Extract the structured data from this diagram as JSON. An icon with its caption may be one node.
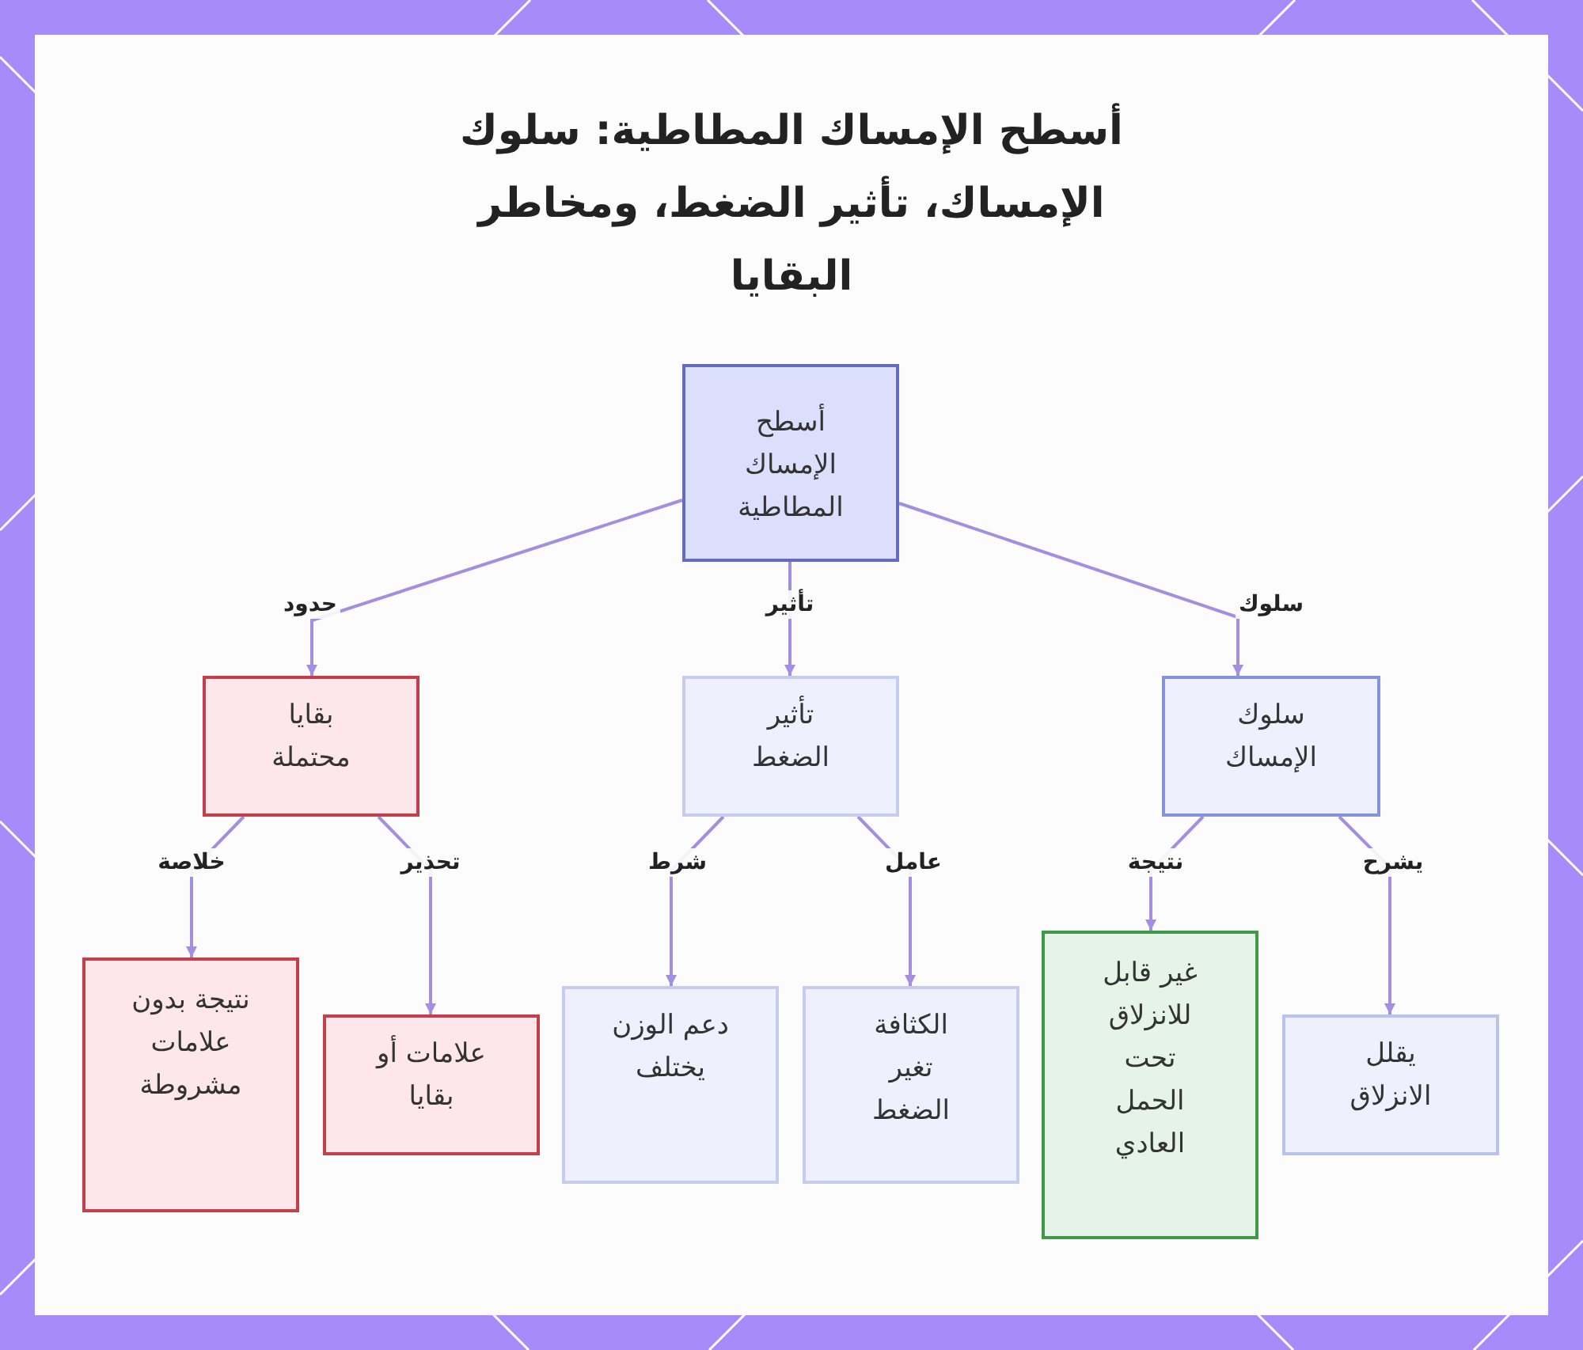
{
  "diagram": {
    "title": "أسطح الإمساك المطاطية: سلوك الإمساك، تأثير الضغط، ومخاطر البقايا",
    "nodes": [
      {
        "text": [
          "أسطح الإمساك المطاطية"
        ]
      },
      {
        "text": [
          "سلوك الإمساك"
        ]
      },
      {
        "text": [
          "تأثير الضغط"
        ]
      },
      {
        "text": [
          "بقايا محتملة"
        ]
      },
      {
        "text": [
          "يقلل الانزلاق"
        ]
      },
      {
        "text": [
          "غير قابل للانزلاق تحت الحمل العادي"
        ]
      },
      {
        "text": [
          "الكثافة تغير الضغط"
        ]
      },
      {
        "text": [
          "دعم الوزن يختلف"
        ]
      },
      {
        "text": [
          "علامات أو بقايا"
        ]
      },
      {
        "text": [
          "نتيجة بدون علامات مشروطة"
        ]
      }
    ],
    "edges": [
      {
        "from": 0,
        "to": 1,
        "arrow": "to",
        "label": "سلوك"
      },
      {
        "from": 0,
        "to": 2,
        "arrow": "to",
        "label": "تأثير"
      },
      {
        "from": 0,
        "to": 3,
        "arrow": "to",
        "label": "حدود"
      },
      {
        "from": 1,
        "to": 4,
        "arrow": "to",
        "label": "يشرح"
      },
      {
        "from": 1,
        "to": 5,
        "arrow": "to",
        "label": "نتيجة"
      },
      {
        "from": 2,
        "to": 6,
        "arrow": "to",
        "label": "عامل"
      },
      {
        "from": 2,
        "to": 7,
        "arrow": "to",
        "label": "شرط"
      },
      {
        "from": 3,
        "to": 8,
        "arrow": "to",
        "label": "تحذير"
      },
      {
        "from": 3,
        "to": 9,
        "arrow": "to",
        "label": "خلاصة"
      }
    ]
  }
}
